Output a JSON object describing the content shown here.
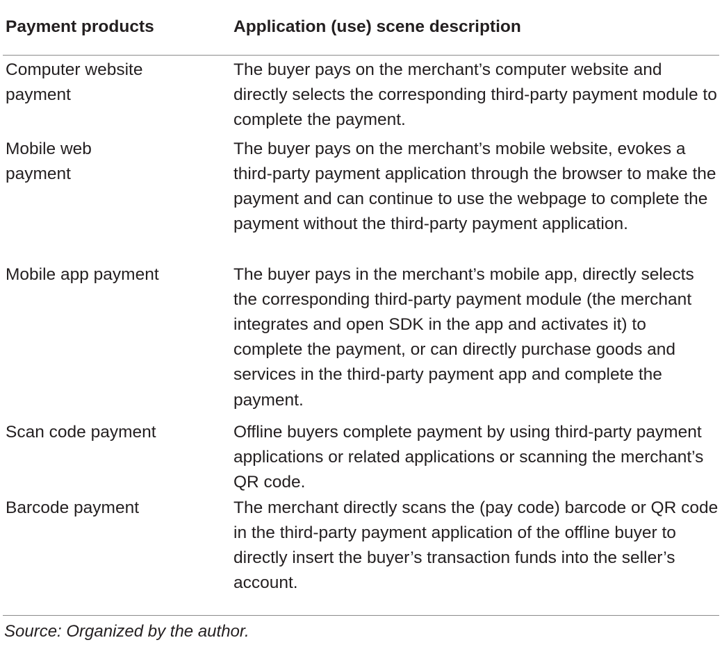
{
  "table": {
    "headers": [
      "Payment products",
      "Application (use) scene description"
    ],
    "rows": [
      {
        "product": "Computer website payment",
        "description": "The buyer pays on the merchant’s computer website and directly selects the corresponding third-party payment module to complete the payment."
      },
      {
        "product": "Mobile web payment",
        "description": "The buyer pays on the merchant’s mobile website, evokes a third-party payment application through the browser to make the payment and can continue to use the webpage to complete the payment without the third-party payment application."
      },
      {
        "product": "Mobile app payment",
        "description": "The buyer pays in the merchant’s mobile app, directly selects the corresponding third-party payment module (the merchant integrates and open SDK in the app and activates it) to complete the payment, or can directly purchase goods and services in the third-party payment app and complete the payment."
      },
      {
        "product": "Scan code payment",
        "description": "Offline buyers complete payment by using third-party payment applications or related applications or scanning the merchant’s QR code."
      },
      {
        "product": "Barcode payment",
        "description": "The merchant directly scans the (pay code) barcode or QR code in the third-party payment application of the offline buyer to directly insert the buyer’s transaction funds into the seller’s account."
      }
    ]
  },
  "source_note": "Source: Organized by the author."
}
